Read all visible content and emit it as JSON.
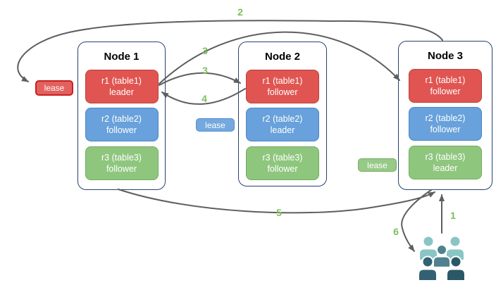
{
  "nodes": [
    {
      "title": "Node 1",
      "replicas": [
        {
          "name": "r1 (table1)",
          "role": "leader",
          "color": "red"
        },
        {
          "name": "r2 (table2)",
          "role": "follower",
          "color": "blue"
        },
        {
          "name": "r3 (table3)",
          "role": "follower",
          "color": "green"
        }
      ]
    },
    {
      "title": "Node 2",
      "replicas": [
        {
          "name": "r1 (table1)",
          "role": "follower",
          "color": "red"
        },
        {
          "name": "r2 (table2)",
          "role": "leader",
          "color": "blue"
        },
        {
          "name": "r3 (table3)",
          "role": "follower",
          "color": "green"
        }
      ]
    },
    {
      "title": "Node 3",
      "replicas": [
        {
          "name": "r1 (table1)",
          "role": "follower",
          "color": "red"
        },
        {
          "name": "r2 (table2)",
          "role": "follower",
          "color": "blue"
        },
        {
          "name": "r3 (table3)",
          "role": "leader",
          "color": "green"
        }
      ]
    }
  ],
  "leases": [
    {
      "label": "lease",
      "color": "red"
    },
    {
      "label": "lease",
      "color": "blue"
    },
    {
      "label": "lease",
      "color": "green"
    }
  ],
  "step_labels": {
    "step1": "1",
    "step2": "2",
    "step3": "3",
    "step4": "4",
    "step5": "5",
    "step6": "6"
  },
  "icons": {
    "users_icon": "group of five person silhouettes in teal shades"
  },
  "colors": {
    "replica_red": "#E05551",
    "replica_red_border": "#BE3F3C",
    "replica_blue": "#68A1DB",
    "replica_blue_border": "#4C88C8",
    "replica_green": "#8FC67E",
    "replica_green_border": "#6FAD5C",
    "lease_red_fill": "#E2605D",
    "lease_red_border": "#C9201E",
    "lease_blue_fill": "#74A8DE",
    "lease_green_fill": "#97C987",
    "node_border": "#27436E",
    "arrow_gray": "#5E5E5E",
    "step_number_green": "#7CBE5D",
    "users_light_teal": "#8AC5C5",
    "users_mid_teal": "#4F828E",
    "users_dark_teal_left": "#336173",
    "users_dark_teal_right": "#2B5866"
  }
}
